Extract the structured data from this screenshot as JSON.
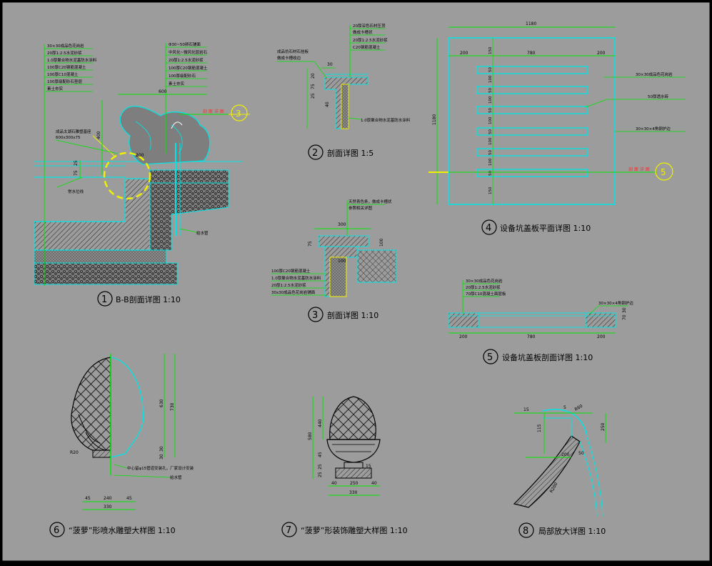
{
  "colors": {
    "background": "#9c9c9c",
    "frame": "#000000",
    "green": "#00e600",
    "cyan": "#00e5e5",
    "white": "#ffffff",
    "yellow": "#f0f000",
    "red": "#ff2a2a",
    "hatch": "#202020"
  },
  "detail1": {
    "num": "1",
    "title": "B-B剖面详图 1:10",
    "left_notes": [
      "30×30成品色花岗岩",
      "20厚1:2.5水泥砂浆",
      "1.0厚聚合物水泥基防水涂料",
      "100厚C20钢筋混凝土",
      "100厚C10混凝土",
      "100厚级配砂石垫层",
      "素土夯实"
    ],
    "right_notes": [
      "Φ30~50卵石铺面",
      "中风化~微风化层岩石",
      "20厚1:2.5水泥砂浆",
      "100厚C20钢筋混凝土",
      "100厚级配砂石",
      "素土夯实"
    ],
    "dim_600": "600",
    "dim_400": "400",
    "dim_200": "200",
    "dim_75": "75",
    "dim_25": "25",
    "pipe_note_1": "成品太湖石雕塑基座",
    "pipe_note_2": "600x300x75",
    "waterline": "常水位线",
    "pipe_label": "给水管",
    "ref_label": "剖 面 详 图",
    "ref_num": "3"
  },
  "detail2": {
    "num": "2",
    "title": "剖面详图 1:5",
    "notes_top": [
      "20厚深色石材压顶",
      "做成卡槽状"
    ],
    "notes_right": [
      "20厚1:2.5水泥砂浆",
      "C20钢筋混凝土"
    ],
    "note_left_1": "成品仿石材石挂板",
    "note_left_2": "做成卡槽收边",
    "note_bottom": "1.0厚聚合物水泥基防水涂料",
    "d_30": "30",
    "d_20": "20",
    "d_75": "75",
    "d_25": "25",
    "d_40": "40"
  },
  "detail3": {
    "num": "3",
    "title": "剖面详图 1:10",
    "notes_top": [
      "天然青色条，做成卡槽状",
      "参照相关详图"
    ],
    "notes_bottom": [
      "100厚C20钢筋混凝土",
      "1.0厚聚合物水泥基防水涂料",
      "20厚1:2.5水泥砂浆",
      "30x30成品色花岗岩铺面"
    ],
    "d_300": "300",
    "d_75": "75",
    "d_100a": "100",
    "d_100b": "100"
  },
  "detail4": {
    "num": "4",
    "title": "设备坑盖板平面详图 1:10",
    "d_1180": "1180",
    "d_200l": "200",
    "d_780": "780",
    "d_200r": "200",
    "d_side": "1180",
    "row_dims": [
      "150",
      "50",
      "100",
      "50",
      "100",
      "50",
      "100",
      "50",
      "100",
      "50",
      "100",
      "50",
      "150"
    ],
    "notes": [
      "30×30成品色花岗岩",
      "50厚透水砖",
      "30×30×4角钢护边"
    ],
    "ref_label": "剖 面 详 图",
    "ref_num": "5"
  },
  "detail5": {
    "num": "5",
    "title": "设备坑盖板剖面详图 1:10",
    "notes": [
      "30×30成品色花岗岩",
      "20厚1:2.5水泥砂浆",
      "70厚C10混凝土面层板"
    ],
    "note_right": "30×30×4角钢护边",
    "d_200l": "200",
    "d_780": "780",
    "d_200r": "200",
    "d_70": "70",
    "d_30": "30"
  },
  "detail6": {
    "num": "6",
    "title": "“菠萝”形喷水雕塑大样图 1:10",
    "d_630": "630",
    "d_730": "730",
    "d_30a": "30",
    "d_30b": "30",
    "d_45l": "45",
    "d_240": "240",
    "d_45r": "45",
    "d_330": "330",
    "r20": "R20",
    "note_1": "中心留φ15管道安装孔，厂家设计安装",
    "note_2": "给水管"
  },
  "detail7": {
    "num": "7",
    "title": "“菠萝”形装饰雕塑大样图 1:10",
    "d_580": "580",
    "d_440": "440",
    "d_45": "45",
    "d_15": "15",
    "d_40l": "40",
    "d_250": "250",
    "d_40r": "40",
    "d_330": "330",
    "d_25a": "25",
    "d_25b": "25"
  },
  "detail8": {
    "num": "8",
    "title": "局部放大详图 1:10",
    "d_15": "15",
    "d_115": "115",
    "d_200": "200",
    "d_50": "50",
    "d_250": "250",
    "r200": "R200",
    "r60": "R60",
    "d_5": "5"
  }
}
